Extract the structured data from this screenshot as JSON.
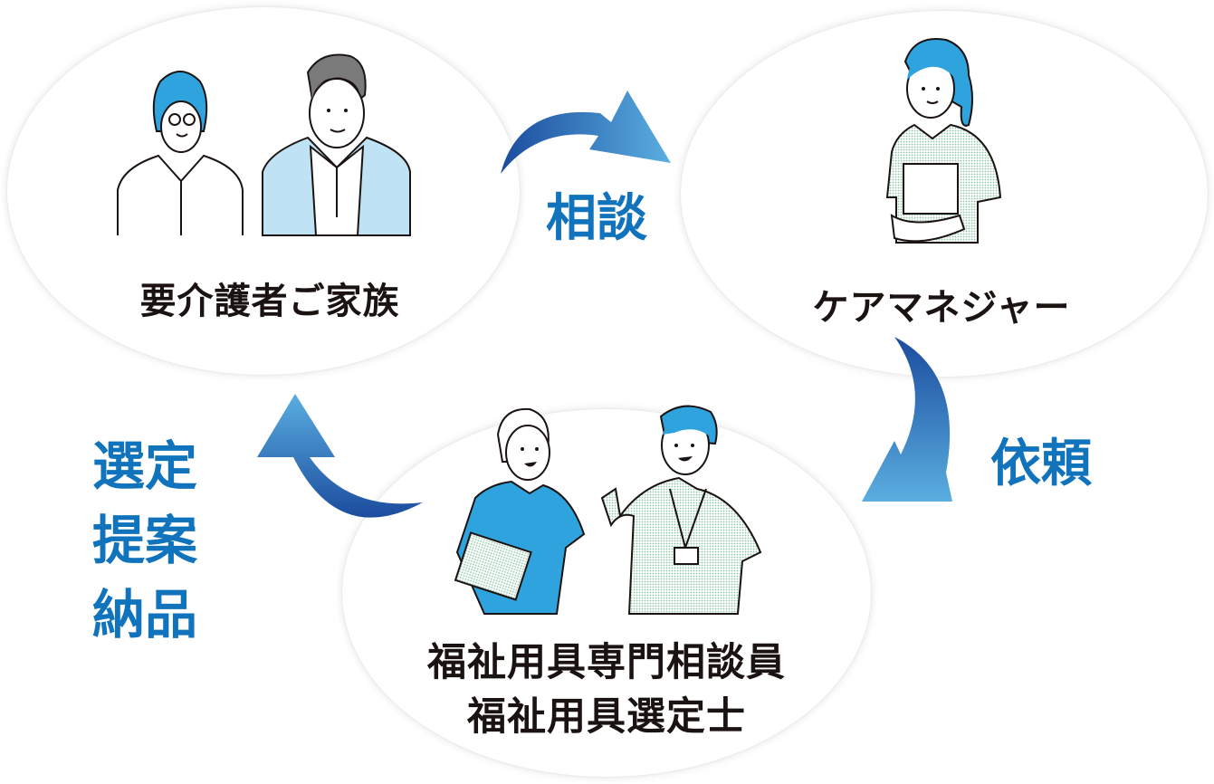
{
  "diagram": {
    "nodes": [
      {
        "id": "family",
        "label": "要介護者ご家族"
      },
      {
        "id": "care_manager",
        "label": "ケアマネジャー"
      },
      {
        "id": "specialist",
        "label_line1": "福祉用具専門相談員",
        "label_line2": "福祉用具選定士"
      }
    ],
    "edges": [
      {
        "from": "family",
        "to": "care_manager",
        "label": "相談"
      },
      {
        "from": "care_manager",
        "to": "specialist",
        "label": "依頼"
      },
      {
        "from": "specialist",
        "to": "family",
        "label_lines": [
          "選定",
          "提案",
          "納品"
        ]
      }
    ],
    "colors": {
      "accent_text": "#1073bc",
      "arrow_dark": "#1b4c9e",
      "arrow_light": "#5aaee0",
      "hair_blue": "#2ea3de",
      "jacket_light_blue": "#bfe3f5",
      "shirt_green_dot": "#dcefe4",
      "node_text": "#1a1311"
    }
  }
}
